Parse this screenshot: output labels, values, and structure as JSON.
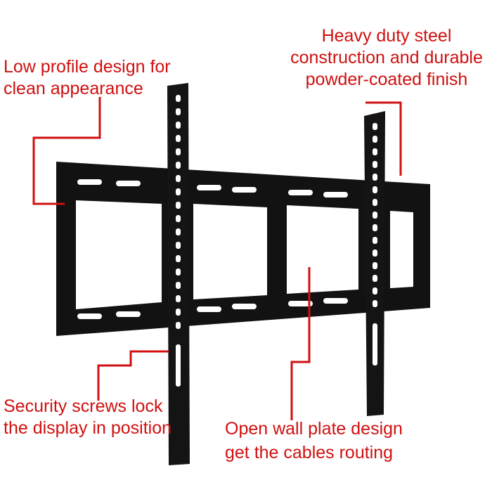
{
  "callouts": {
    "low_profile": [
      "Low profile design for",
      "clean appearance"
    ],
    "heavy_duty": [
      "Heavy duty steel",
      "construction and durable",
      "powder-coated finish"
    ],
    "security": [
      "Security screws lock",
      "the display in position"
    ],
    "open_wall": [
      "Open wall plate design",
      "get the cables routing"
    ]
  },
  "colors": {
    "callout": "#d01010",
    "mount": "#111111"
  }
}
